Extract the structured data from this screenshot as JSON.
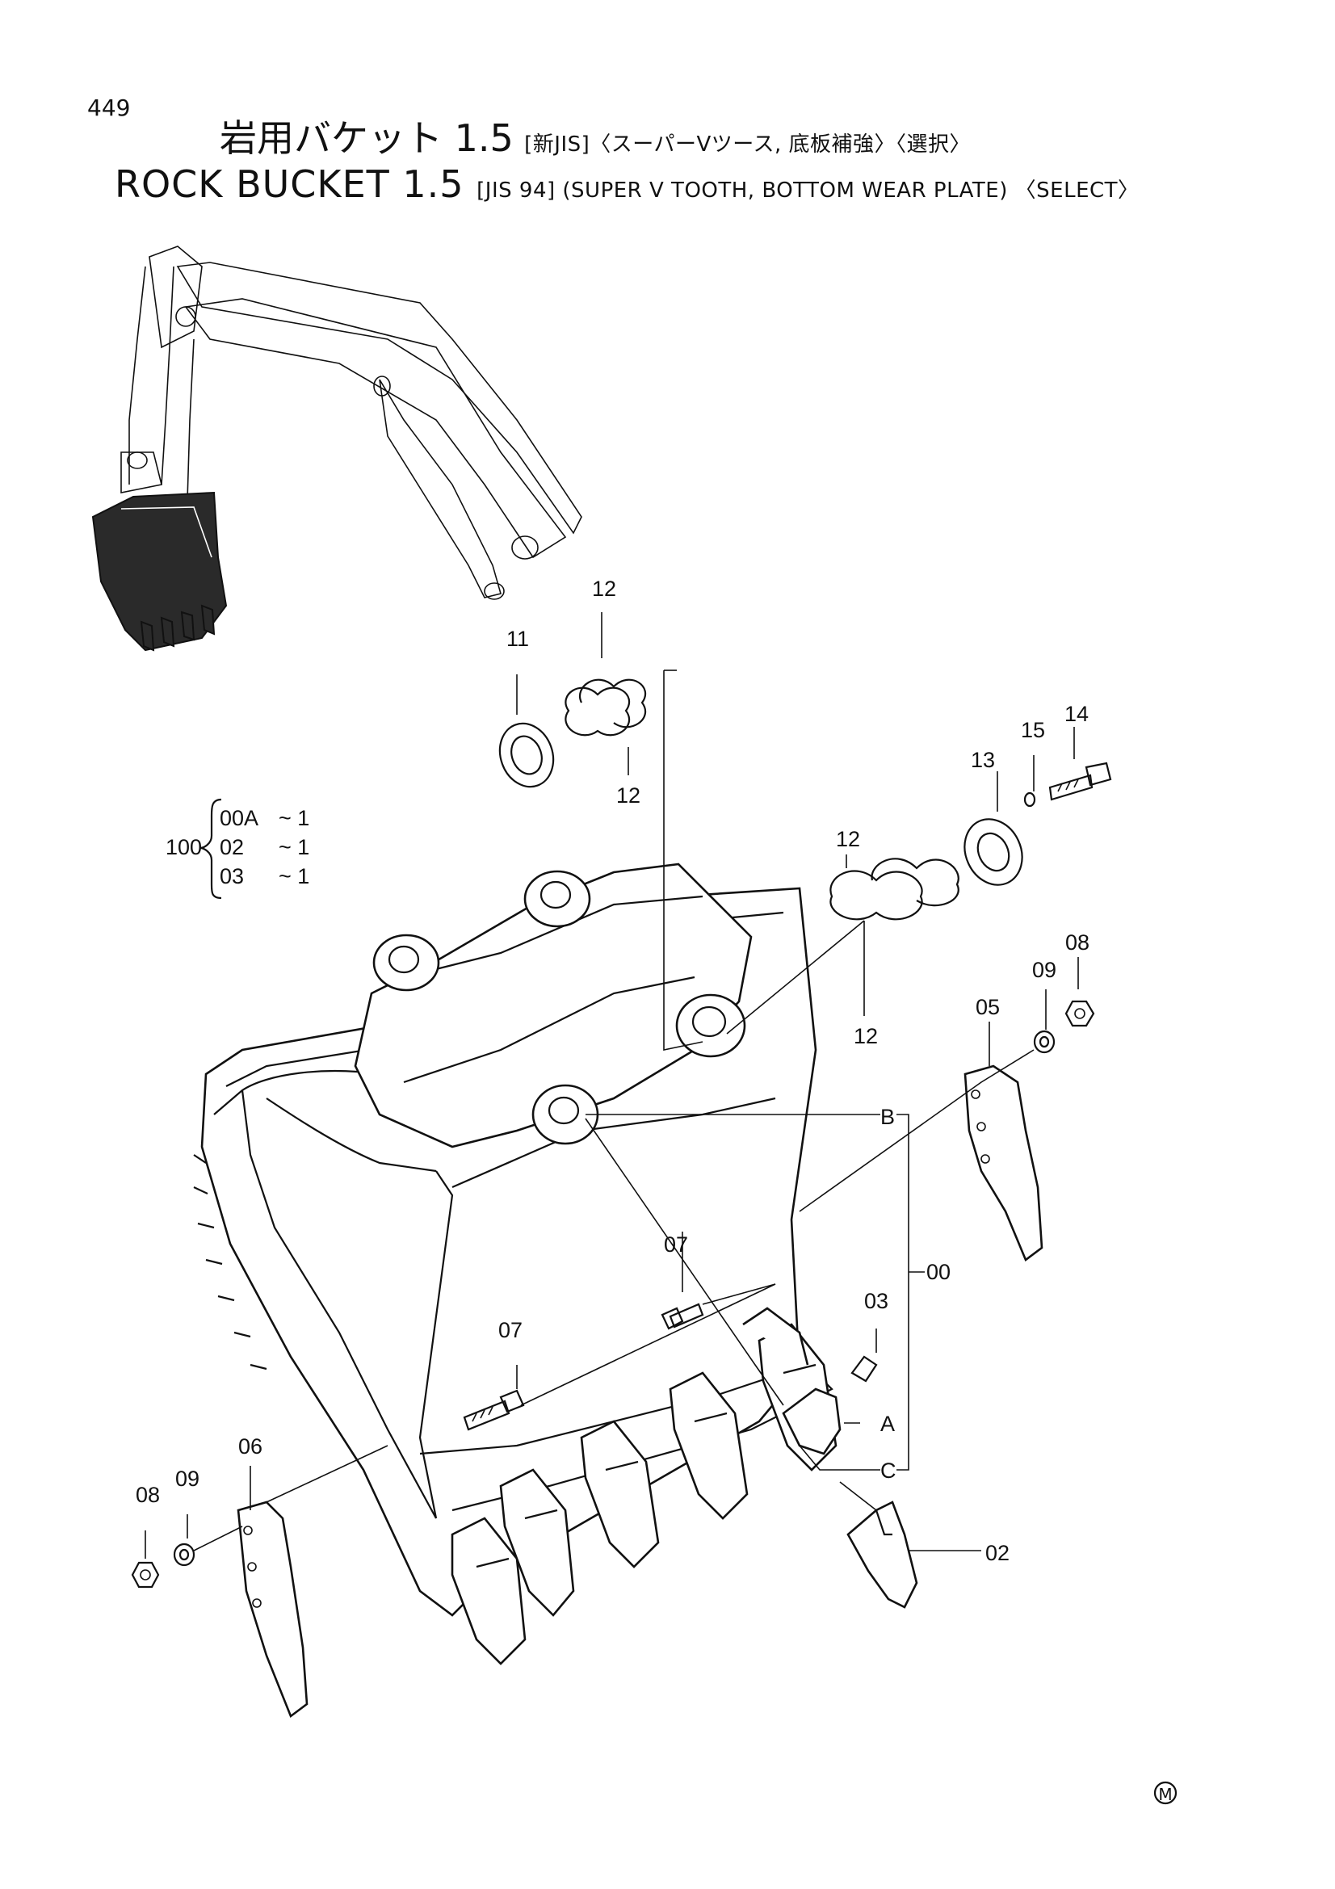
{
  "page_number": "449",
  "title_jp": {
    "main": "岩用バケット 1.5",
    "detail": "[新JIS]〈スーパーVツース, 底板補強〉〈選択〉"
  },
  "title_en": {
    "main": "ROCK BUCKET 1.5",
    "detail": "[JIS 94] (SUPER V TOOTH, BOTTOM WEAR PLATE) 〈SELECT〉"
  },
  "assembly_table": {
    "parent": "100",
    "rows": [
      {
        "part": "00A",
        "qty": "~ 1"
      },
      {
        "part": "02",
        "qty": "~ 1"
      },
      {
        "part": "03",
        "qty": "~ 1"
      }
    ]
  },
  "callouts": {
    "c11": "11",
    "c12_top": "12",
    "c12_mid": "12",
    "c12_right_top": "12",
    "c12_right_bottom": "12",
    "c13": "13",
    "c14": "14",
    "c15": "15",
    "c08_right": "08",
    "c09_right": "09",
    "c05": "05",
    "c07_upper": "07",
    "c07_lower": "07",
    "c03": "03",
    "c00": "00",
    "cB": "B",
    "cA": "A",
    "cC": "C",
    "c02": "02",
    "c06": "06",
    "c08_left": "08",
    "c09_left": "09"
  },
  "mark": "M"
}
